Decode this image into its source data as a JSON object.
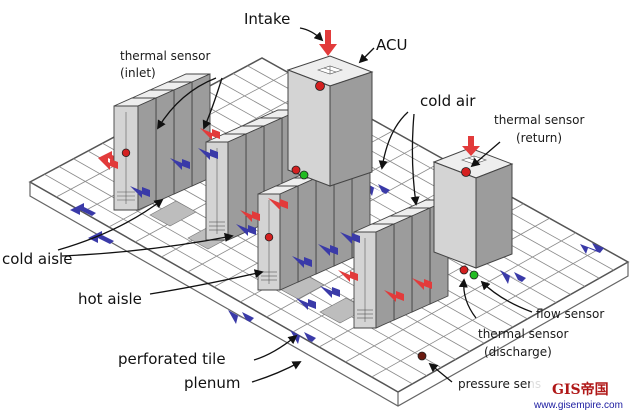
{
  "labels": {
    "intake": "Intake",
    "acu": "ACU",
    "thermal_sensor_inlet_1": "thermal sensor",
    "thermal_sensor_inlet_2": "(inlet)",
    "cold_air": "cold air",
    "thermal_sensor_return_1": "thermal sensor",
    "thermal_sensor_return_2": "(return)",
    "cold_aisle": "cold aisle",
    "hot_aisle": "hot aisle",
    "perforated_tile": "perforated tile",
    "plenum": "plenum",
    "flow_sensor": "flow sensor",
    "thermal_sensor_discharge_1": "thermal sensor",
    "thermal_sensor_discharge_2": "(discharge)",
    "pressure_sensor": "pressure sens"
  },
  "watermark": {
    "brand": "GIS帝国",
    "url": "www.gisempire.com"
  },
  "colors": {
    "rack_front": "#d4d4d4",
    "rack_side": "#9c9c9c",
    "rack_top": "#eeeeee",
    "hot_air_arrow": "#e23b3b",
    "cold_air_arrow": "#3a3aa8",
    "sensor_red": "#d42020",
    "sensor_green": "#22bb22",
    "pressure_sensor": "#6a1a10",
    "grid_line": "#8a8a8a"
  }
}
